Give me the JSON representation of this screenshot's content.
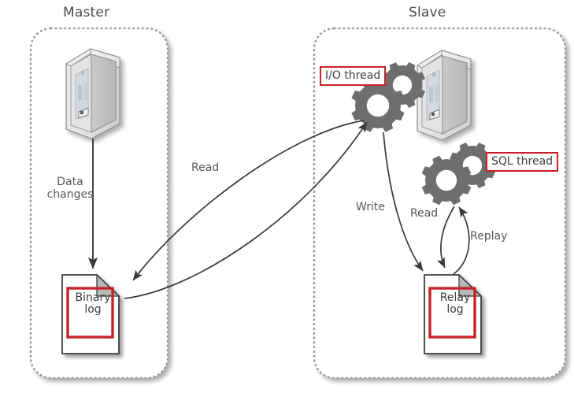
{
  "diagram": {
    "title": "MySQL replication: master to slave data flow",
    "colors": {
      "accent_red": "#c72127",
      "zone_border": "#9a9a9a",
      "arrow": "#3a3a3a",
      "gear": "#6e6e6e",
      "server_body": "#d8d8d8",
      "text": "#4a4a4a",
      "background": "#ffffff"
    },
    "zones": [
      {
        "id": "master",
        "title": "Master"
      },
      {
        "id": "slave",
        "title": "Slave"
      }
    ],
    "nodes": {
      "master_server": {
        "icon": "server-tower-icon"
      },
      "slave_server": {
        "icon": "server-tower-icon"
      },
      "io_thread": {
        "icon": "gears-icon",
        "tag": "I/O thread"
      },
      "sql_thread": {
        "icon": "gears-icon",
        "tag": "SQL thread"
      },
      "binary_log": {
        "icon": "document-icon",
        "label_line1": "Binary",
        "label_line2": "log"
      },
      "relay_log": {
        "icon": "document-icon",
        "label_line1": "Relay",
        "label_line2": "log"
      }
    },
    "edges": [
      {
        "id": "data-changes",
        "label_line1": "Data",
        "label_line2": "changes",
        "from": "master_server",
        "to": "binary_log"
      },
      {
        "id": "read-binlog",
        "label": "Read",
        "from": "binary_log",
        "to": "io_thread"
      },
      {
        "id": "fetch-binlog",
        "label": "",
        "from": "io_thread",
        "to": "binary_log"
      },
      {
        "id": "write-relay",
        "label": "Write",
        "from": "io_thread",
        "to": "relay_log"
      },
      {
        "id": "read-relay",
        "label": "Read",
        "from": "relay_log",
        "to": "sql_thread"
      },
      {
        "id": "replay",
        "label": "Replay",
        "from": "sql_thread",
        "to": "relay_log"
      }
    ]
  }
}
